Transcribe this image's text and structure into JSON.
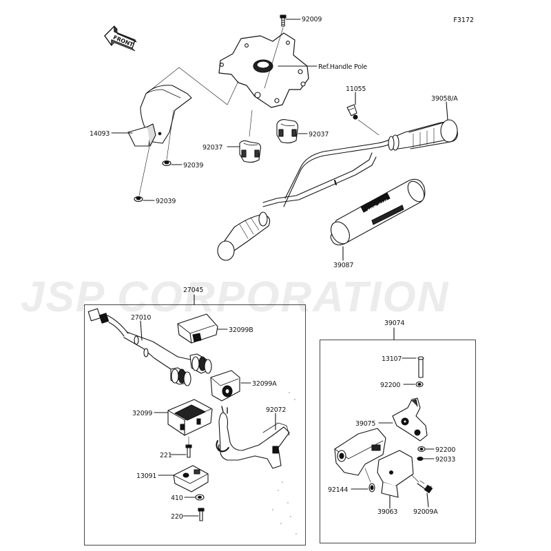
{
  "figure_code": "F3172",
  "watermark": "JSP CORPORATION",
  "front_label": "FRONT",
  "ref_label": "Ref.Handle Pole",
  "parts": {
    "p92009_top": "92009",
    "p11055": "11055",
    "p39058A": "39058/A",
    "p14093": "14093",
    "p92037_l": "92037",
    "p92037_r": "92037",
    "p92039_a": "92039",
    "p92039_b": "92039",
    "p39087": "39087",
    "p27045": "27045",
    "p27010": "27010",
    "p32099B": "32099B",
    "p32099A": "32099A",
    "p32099": "32099",
    "p92072": "92072",
    "p221": "221",
    "p13091": "13091",
    "p410": "410",
    "p220": "220",
    "p39074": "39074",
    "p13107": "13107",
    "p92200_a": "92200",
    "p39075": "39075",
    "p92200_b": "92200",
    "p92033": "92033",
    "p92144": "92144",
    "p39063": "39063",
    "p92009A": "92009A"
  },
  "decal_text": "JET SKI"
}
